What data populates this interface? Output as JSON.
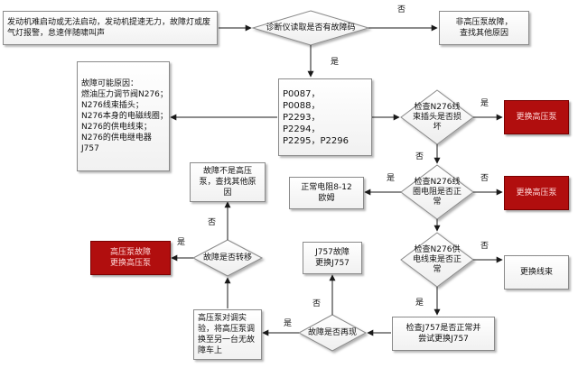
{
  "boxes": {
    "symptom": "发动机难启动或无法启动，发动机提速无力，故障灯或废气灯报警，怠速伴随啸叫声",
    "non_hp_fault": "非高压泵故障，\n查找其他原因",
    "causes": "故障可能原因：\n燃油压力调节阀N276；\nN276线束插头；\nN276本身的电磁线圈；\nN276的供电线束；\nN276的供电继电器J757",
    "codes": "P0087，\nP0088，\nP2293，\nP2294，\nP2295，P2296",
    "replace_pump_1": "更换高压泵",
    "normal_resistance": "正常电阻8-12\n欧姆",
    "replace_pump_2": "更换高压泵",
    "replace_harness": "更换线束",
    "j757_fault": "J757故障\n更换J757",
    "check_j757": "检查J757是否正常并\n尝试更换J757",
    "pump_test": "高压泵对调实\n验，将高压泵调\n换至另一台无故\n障车上",
    "not_pump": "故障不是高压\n泵，查找其他原\n因",
    "pump_fault": "高压泵故障\n更换高压泵"
  },
  "decisions": {
    "code_check": "诊断仪读取是否有故障码",
    "plug_damage": "检查N276线\n束插头是否损\n坏",
    "resistance": "检查N276线\n圈电阻是否正\n常",
    "supply": "检查N276供\n电线束是否正\n常",
    "recur": "故障是否再现",
    "transfer": "故障是否转移"
  },
  "labels": {
    "no_code": "否",
    "yes_code": "是",
    "yes_plug": "是",
    "no_plug": "否",
    "no_res": "否",
    "yes_res": "是",
    "no_supply": "否",
    "yes_supply": "是",
    "no_recur": "否",
    "yes_recur": "是",
    "no_transfer": "否",
    "yes_transfer": "是"
  },
  "colors": {
    "line": "#1a1a1a",
    "red_fill": "#b10e0e",
    "red_text": "#ffd7d7",
    "box_border": "#8a8a8a"
  }
}
